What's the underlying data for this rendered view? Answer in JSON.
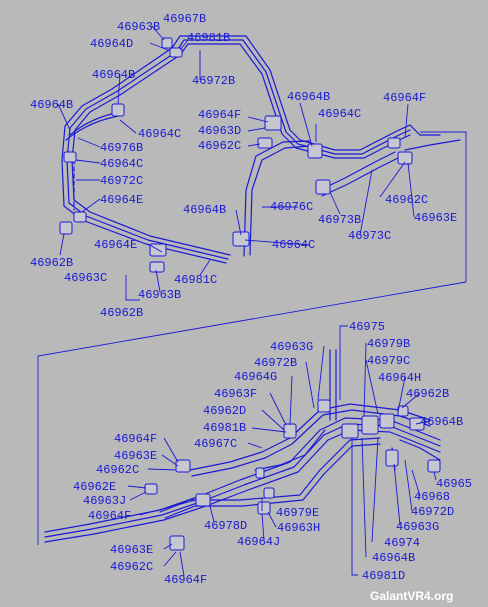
{
  "colors": {
    "background": "#b9b9b9",
    "ink": "#1a1ad6",
    "watermark": "#ffffff"
  },
  "watermark": "GalantVR4.org",
  "labels": [
    "46963B",
    "46967B",
    "46964D",
    "46981B",
    "46972B",
    "46964B",
    "46964B",
    "46964C",
    "46976B",
    "46964C",
    "46972C",
    "46964E",
    "46962B",
    "46964E",
    "46963C",
    "46963B",
    "46981C",
    "46962B",
    "46964F",
    "46963D",
    "46962C",
    "46964B",
    "46964C",
    "46964F",
    "46976C",
    "46964B",
    "46964C",
    "46962C",
    "46963E",
    "46973B",
    "46973C",
    "46975",
    "46963G",
    "46979B",
    "46972B",
    "46979C",
    "46964G",
    "46964H",
    "46963F",
    "46962B",
    "46962D",
    "46964B",
    "46981B",
    "46964F",
    "46967C",
    "46963E",
    "46962C",
    "46965",
    "46962E",
    "46968",
    "46963J",
    "46972D",
    "46964F",
    "46979E",
    "46978D",
    "46963H",
    "46974",
    "46963G",
    "46964J",
    "46963E",
    "46964B",
    "46962C",
    "46964F",
    "46981D"
  ]
}
